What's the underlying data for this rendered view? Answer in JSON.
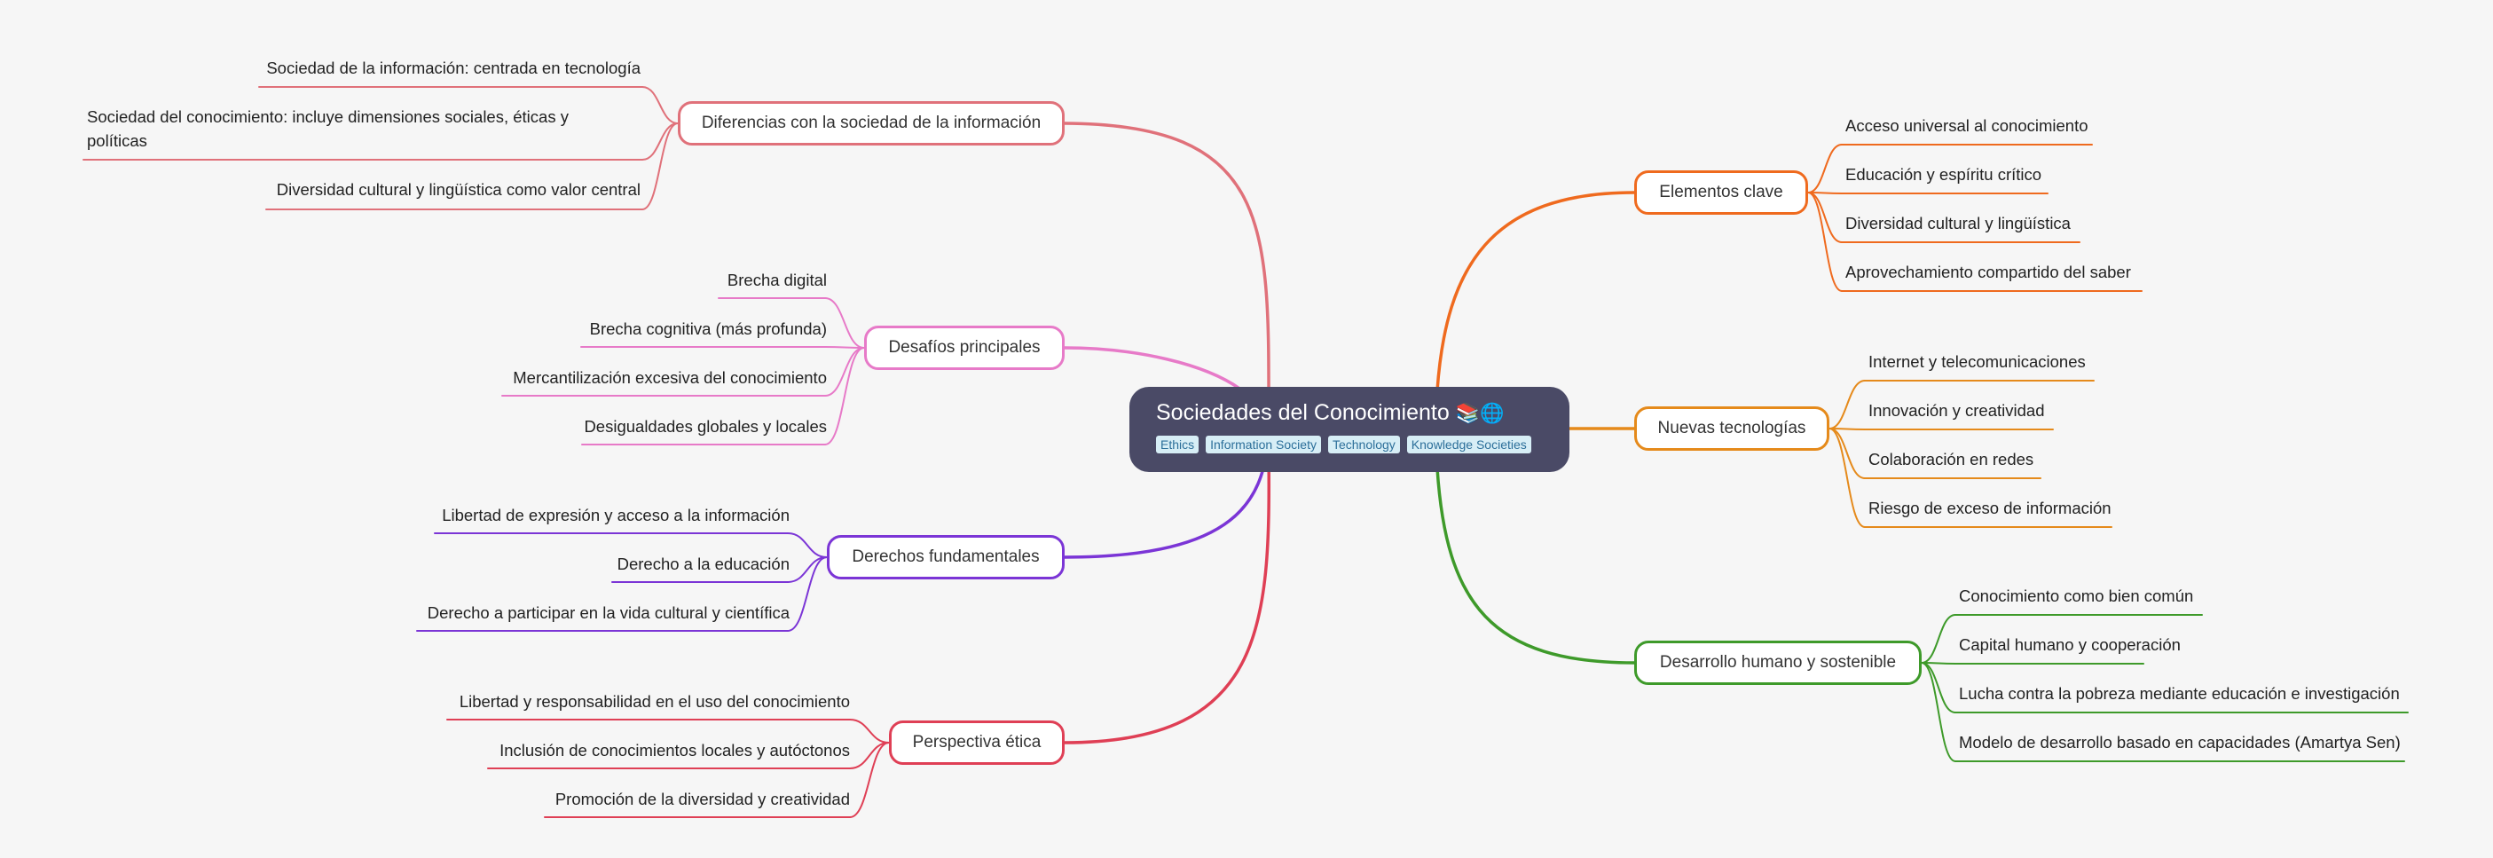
{
  "root": {
    "title": "Sociedades del Conocimiento",
    "emoji": "📚🌐",
    "tags": [
      "Ethics",
      "Information Society",
      "Technology",
      "Knowledge Societies"
    ]
  },
  "colors": {
    "diferencias": "#e0717a",
    "desafios": "#e77ac8",
    "derechos": "#7b35d6",
    "etica": "#df3f55",
    "elementos": "#ef6a1e",
    "tecnologias": "#e58a1b",
    "desarrollo": "#3e9a2a"
  },
  "branches": {
    "diferencias": {
      "label": "Diferencias con la sociedad de la información",
      "items": [
        "Sociedad de la información: centrada en tecnología",
        "Sociedad del conocimiento: incluye dimensiones sociales, éticas y políticas",
        "Diversidad cultural y lingüística como valor central"
      ]
    },
    "desafios": {
      "label": "Desafíos principales",
      "items": [
        "Brecha digital",
        "Brecha cognitiva (más profunda)",
        "Mercantilización excesiva del conocimiento",
        "Desigualdades globales y locales"
      ]
    },
    "derechos": {
      "label": "Derechos fundamentales",
      "items": [
        "Libertad de expresión y acceso a la información",
        "Derecho a la educación",
        "Derecho a participar en la vida cultural y científica"
      ]
    },
    "etica": {
      "label": "Perspectiva ética",
      "items": [
        "Libertad y responsabilidad en el uso del conocimiento",
        "Inclusión de conocimientos locales y autóctonos",
        "Promoción de la diversidad y creatividad"
      ]
    },
    "elementos": {
      "label": "Elementos clave",
      "items": [
        "Acceso universal al conocimiento",
        "Educación y espíritu crítico",
        "Diversidad cultural y lingüística",
        "Aprovechamiento compartido del saber"
      ]
    },
    "tecnologias": {
      "label": "Nuevas tecnologías",
      "items": [
        "Internet y telecomunicaciones",
        "Innovación y creatividad",
        "Colaboración en redes",
        "Riesgo de exceso de información"
      ]
    },
    "desarrollo": {
      "label": "Desarrollo humano y sostenible",
      "items": [
        "Conocimiento como bien común",
        "Capital humano y cooperación",
        "Lucha contra la pobreza mediante educación e investigación",
        "Modelo de desarrollo basado en capacidades (Amartya Sen)"
      ]
    }
  }
}
